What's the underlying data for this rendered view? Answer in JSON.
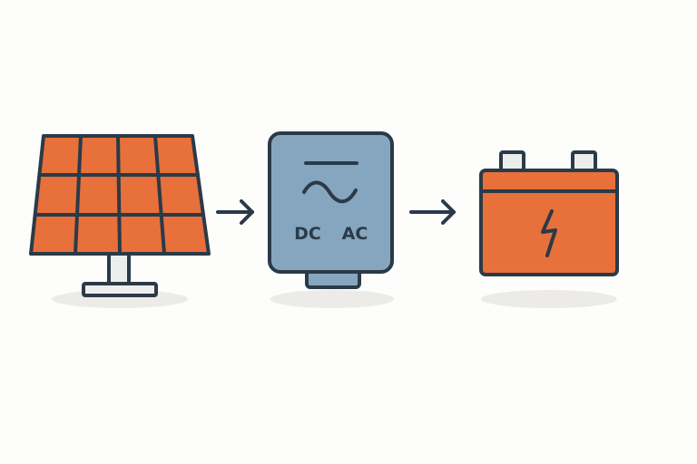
{
  "diagram": {
    "nodes": [
      {
        "id": "solar-panel",
        "icon": "solar-panel-icon"
      },
      {
        "id": "inverter",
        "icon": "inverter-icon",
        "labels": {
          "dc": "DC",
          "ac": "AC"
        }
      },
      {
        "id": "battery",
        "icon": "battery-icon"
      }
    ],
    "edges": [
      {
        "from": "solar-panel",
        "to": "inverter"
      },
      {
        "from": "inverter",
        "to": "battery"
      }
    ]
  },
  "colors": {
    "outline": "#2b3a48",
    "panel_cell": "#e8703a",
    "inverter_body": "#86a6bf",
    "battery_body": "#e8703a",
    "terminal": "#eceeed",
    "stand": "#eceeed",
    "shadow": "#ecebe7",
    "background": "#fdfdfc"
  }
}
